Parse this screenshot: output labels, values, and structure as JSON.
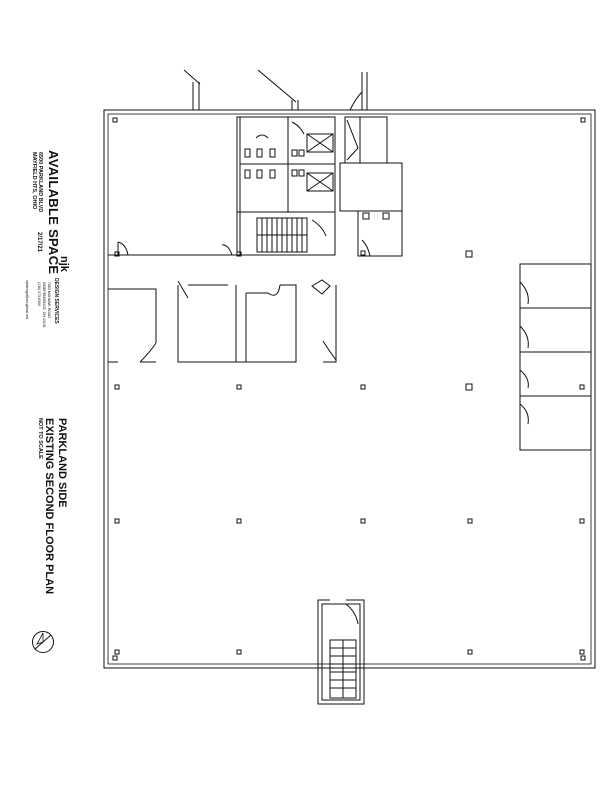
{
  "title_block": {
    "heading": "AVAILABLE SPACE",
    "address_line1": "6500 PARKLAND BLVD",
    "address_line2": "MAYFIELD HTS, OHIO",
    "date": "2/17/21",
    "firm_logo": "njk",
    "firm_name": "DESIGN SERVICES",
    "firm_contact_1": "7883 MOHAWK ROAD",
    "firm_contact_2": "INDEPENDENCE, OH 44131",
    "firm_contact_3": "(216) 573-0300",
    "firm_contact_4": "njkdesign@sbcglobal.net"
  },
  "plan_title": {
    "line1": "PARKLAND SIDE",
    "line2": "EXISTING SECOND FLOOR PLAN",
    "scale_note": "NOT TO SCALE"
  },
  "icons": {
    "north_arrow": "north-arrow-icon"
  },
  "colors": {
    "line": "#111111",
    "background": "#ffffff"
  }
}
